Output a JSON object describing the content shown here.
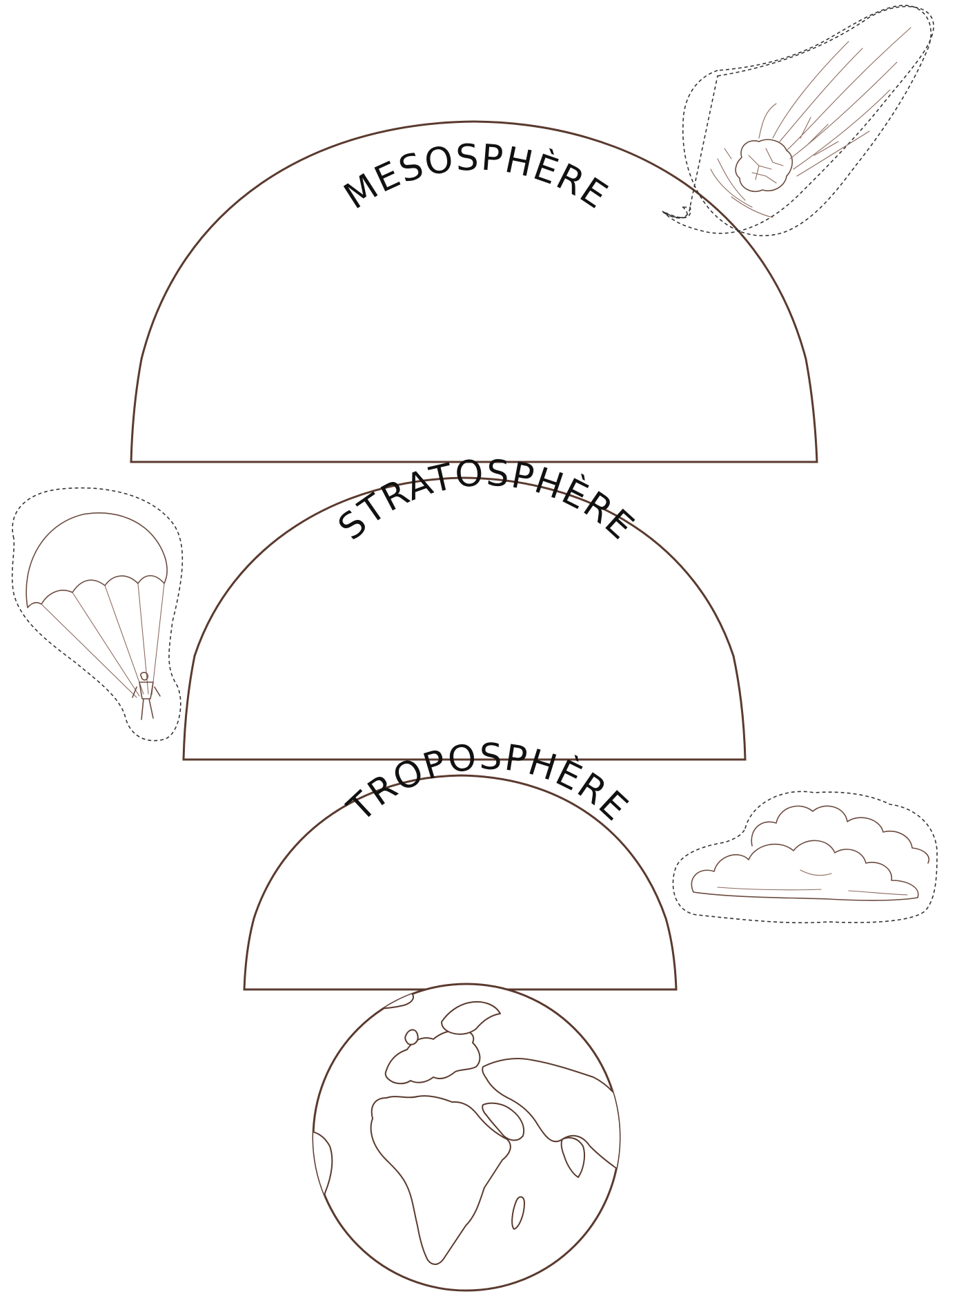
{
  "layers": [
    {
      "id": "mesosphere",
      "label": "MESOSPHÈRE",
      "icon": "meteor-icon"
    },
    {
      "id": "stratosphere",
      "label": "STRATOSPHÈRE",
      "icon": "parachute-icon"
    },
    {
      "id": "troposphere",
      "label": "TROPOSPHÈRE",
      "icon": "cloud-icon"
    }
  ],
  "earth": {
    "icon": "earth-globe-icon"
  },
  "colors": {
    "outline": "#5a3a2e",
    "text": "#111111",
    "cutline": "#333333",
    "background": "#ffffff"
  }
}
